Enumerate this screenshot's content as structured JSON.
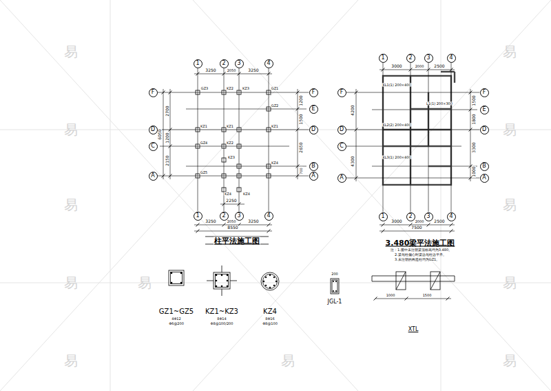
{
  "diagram": {
    "nodes": [
      {
        "text": [
          "1"
        ]
      },
      {
        "text": [
          "2"
        ]
      },
      {
        "text": [
          "3"
        ]
      },
      {
        "text": [
          "4"
        ]
      },
      {
        "text": [
          "1"
        ]
      },
      {
        "text": [
          "2"
        ]
      },
      {
        "text": [
          "3"
        ]
      },
      {
        "text": [
          "4"
        ]
      },
      {
        "text": [
          "F"
        ]
      },
      {
        "text": [
          "D"
        ]
      },
      {
        "text": [
          "C"
        ]
      },
      {
        "text": [
          "A"
        ]
      },
      {
        "text": [
          "F"
        ]
      },
      {
        "text": [
          "E"
        ]
      },
      {
        "text": [
          "D"
        ]
      },
      {
        "text": [
          "B"
        ]
      },
      {
        "text": [
          "A"
        ]
      },
      {
        "text": [
          "1"
        ]
      },
      {
        "text": [
          "2"
        ]
      },
      {
        "text": [
          "3"
        ]
      },
      {
        "text": [
          "4"
        ]
      },
      {
        "text": [
          "1"
        ]
      },
      {
        "text": [
          "2"
        ]
      },
      {
        "text": [
          "3"
        ]
      },
      {
        "text": [
          "4"
        ]
      },
      {
        "text": [
          "F"
        ]
      },
      {
        "text": [
          "D"
        ]
      },
      {
        "text": [
          "C"
        ]
      },
      {
        "text": [
          "A"
        ]
      },
      {
        "text": [
          "F"
        ]
      },
      {
        "text": [
          "E"
        ]
      },
      {
        "text": [
          "D"
        ]
      },
      {
        "text": [
          "B"
        ]
      },
      {
        "text": [
          "A"
        ]
      }
    ],
    "edges": [
      {
        "from": 0,
        "to": 4,
        "arrow": "none"
      },
      {
        "from": 1,
        "to": 5,
        "arrow": "none"
      },
      {
        "from": 2,
        "to": 6,
        "arrow": "none"
      },
      {
        "from": 3,
        "to": 7,
        "arrow": "none"
      },
      {
        "from": 8,
        "to": 12,
        "arrow": "none"
      },
      {
        "from": 9,
        "to": 14,
        "arrow": "none"
      },
      {
        "from": 11,
        "to": 16,
        "arrow": "none"
      },
      {
        "from": 17,
        "to": 21,
        "arrow": "none"
      },
      {
        "from": 18,
        "to": 22,
        "arrow": "none"
      },
      {
        "from": 19,
        "to": 23,
        "arrow": "none"
      },
      {
        "from": 20,
        "to": 24,
        "arrow": "none"
      },
      {
        "from": 25,
        "to": 29,
        "arrow": "none"
      },
      {
        "from": 26,
        "to": 31,
        "arrow": "none"
      },
      {
        "from": 28,
        "to": 33,
        "arrow": "none"
      }
    ],
    "labels": [
      "柱平法施工图",
      "3.480梁平法施工图",
      "注：1.图中未注明梁顶标高均为3.480。",
      "2.梁与柱偏心时梁边与柱边平齐。",
      "3.未注明的构造柱均为GZ1。",
      "3250",
      "2050",
      "3250",
      "3250",
      "2050",
      "3250",
      "8550",
      "2250",
      "2700",
      "1200",
      "2150",
      "6050",
      "1200",
      "1500",
      "2650",
      "700",
      "GZ3",
      "KZ2",
      "KZ3",
      "GZ1",
      "GZ2",
      "KZ1",
      "KZ1",
      "KZ1",
      "GZ4",
      "KZ2",
      "KZ3",
      "KZ4",
      "GZ5",
      "KZ4",
      "KZ4",
      "3000",
      "2000",
      "2500",
      "3000",
      "2000",
      "2500",
      "7500",
      "1500",
      "1800",
      "3300",
      "1000",
      "4200",
      "4300",
      "KL1(1) 200×400",
      "KL2(2) 200×400",
      "L1(1) 200×300",
      "KL3(1) 200×400",
      "GZ1~GZ5",
      "KZ1~KZ3",
      "KZ4",
      "JGL-1",
      "XTL",
      "4Φ12",
      "Φ6@200",
      "8Φ14",
      "Φ8@100/200",
      "8Φ16",
      "Φ8@100",
      "1000",
      "1500",
      "200",
      "易",
      "易",
      "易",
      "易",
      "易",
      "易",
      "易",
      "易",
      "易",
      "易",
      "易",
      "易"
    ]
  }
}
